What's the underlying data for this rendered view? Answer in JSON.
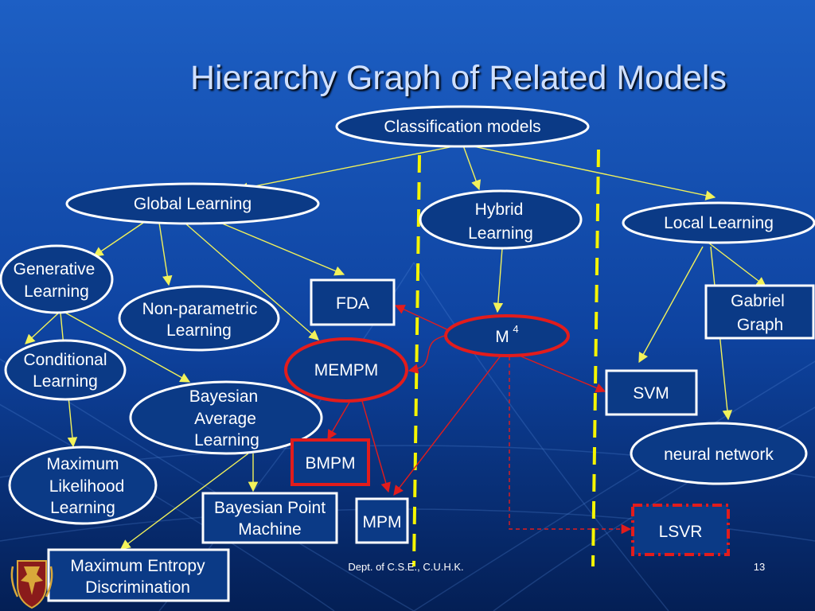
{
  "slide": {
    "title": "Hierarchy Graph of Related Models",
    "footer": "Dept. of C.S.E., C.U.H.K.",
    "page_number": "13"
  },
  "nodes": {
    "classification": "Classification models",
    "global": "Global Learning",
    "hybrid": [
      "Hybrid",
      "Learning"
    ],
    "local": "Local Learning",
    "generative": [
      "Generative",
      "Learning"
    ],
    "nonparametric": [
      "Non-parametric",
      "Learning"
    ],
    "fda": "FDA",
    "m4": "M",
    "m4_sup": "4",
    "gabriel": [
      "Gabriel",
      "Graph"
    ],
    "conditional": [
      "Conditional",
      "Learning"
    ],
    "mempm": "MEMPM",
    "svm": "SVM",
    "bayesian_avg": [
      "Bayesian",
      "Average",
      "Learning"
    ],
    "bmpm": "BMPM",
    "neural": "neural network",
    "maxlik": [
      "Maximum",
      "Likelihood",
      "Learning"
    ],
    "bpm": [
      "Bayesian Point",
      "Machine"
    ],
    "mpm": "MPM",
    "lsvr": "LSVR",
    "med": [
      "Maximum Entropy",
      "Discrimination"
    ]
  },
  "colors": {
    "background_top": "#1d5fc4",
    "background_bottom": "#041f55",
    "yellow_edge": "#f2f25a",
    "red_edge": "#e21c1c",
    "node_stroke": "#ffffff",
    "divider": "#f5f500"
  },
  "icons": {
    "logo": "cuhk-crest-icon"
  }
}
